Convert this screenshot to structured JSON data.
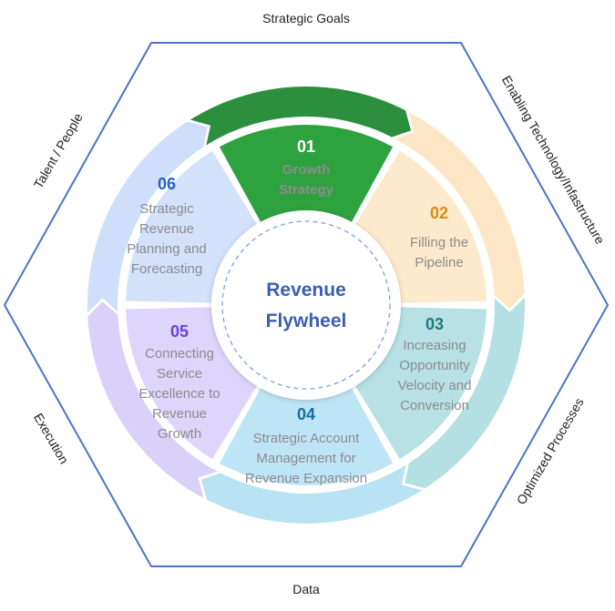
{
  "center": {
    "line1": "Revenue",
    "line2": "Flywheel"
  },
  "sides": {
    "top": "Strategic Goals",
    "top_right": "Enabling Technology/Infastructure",
    "bottom_right": "Optimized Processes",
    "bottom": "Data",
    "bottom_left": "Execution",
    "top_left": "Talent / People"
  },
  "segments": [
    {
      "number": "01",
      "lines": [
        "Growth",
        "Strategy"
      ],
      "fill": "#2ea23f",
      "band": "#2c8f3d",
      "num_color": "#ffffff",
      "text_color": "#ffffff"
    },
    {
      "number": "02",
      "lines": [
        "Filling the",
        "Pipeline"
      ],
      "fill": "#fde9cc",
      "band": "#fde6c6",
      "num_color": "#d98a10",
      "text_color": "#8c8c8c"
    },
    {
      "number": "03",
      "lines": [
        "Increasing",
        "Opportunity",
        "Velocity and",
        "Conversion"
      ],
      "fill": "#b7e1e4",
      "band": "#b5e0e3",
      "num_color": "#1f7a80",
      "text_color": "#8c8c8c"
    },
    {
      "number": "04",
      "lines": [
        "Strategic Account",
        "Management for",
        "Revenue Expansion"
      ],
      "fill": "#bee5f5",
      "band": "#b9e3f4",
      "num_color": "#16709c",
      "text_color": "#8c8c8c"
    },
    {
      "number": "05",
      "lines": [
        "Connecting",
        "Service",
        "Excellence to",
        "Revenue",
        "Growth"
      ],
      "fill": "#ddd5fb",
      "band": "#d9d1fa",
      "num_color": "#6a3fe0",
      "text_color": "#8c8c8c"
    },
    {
      "number": "06",
      "lines": [
        "Strategic",
        "Revenue",
        "Planning and",
        "Forecasting"
      ],
      "fill": "#d3e1fb",
      "band": "#cfdefa",
      "num_color": "#2060c8",
      "text_color": "#8c8c8c"
    }
  ],
  "colors": {
    "hexagon": "#4a74c6",
    "center_text": "#3a5fb0",
    "dash": "#7fa2e3"
  }
}
